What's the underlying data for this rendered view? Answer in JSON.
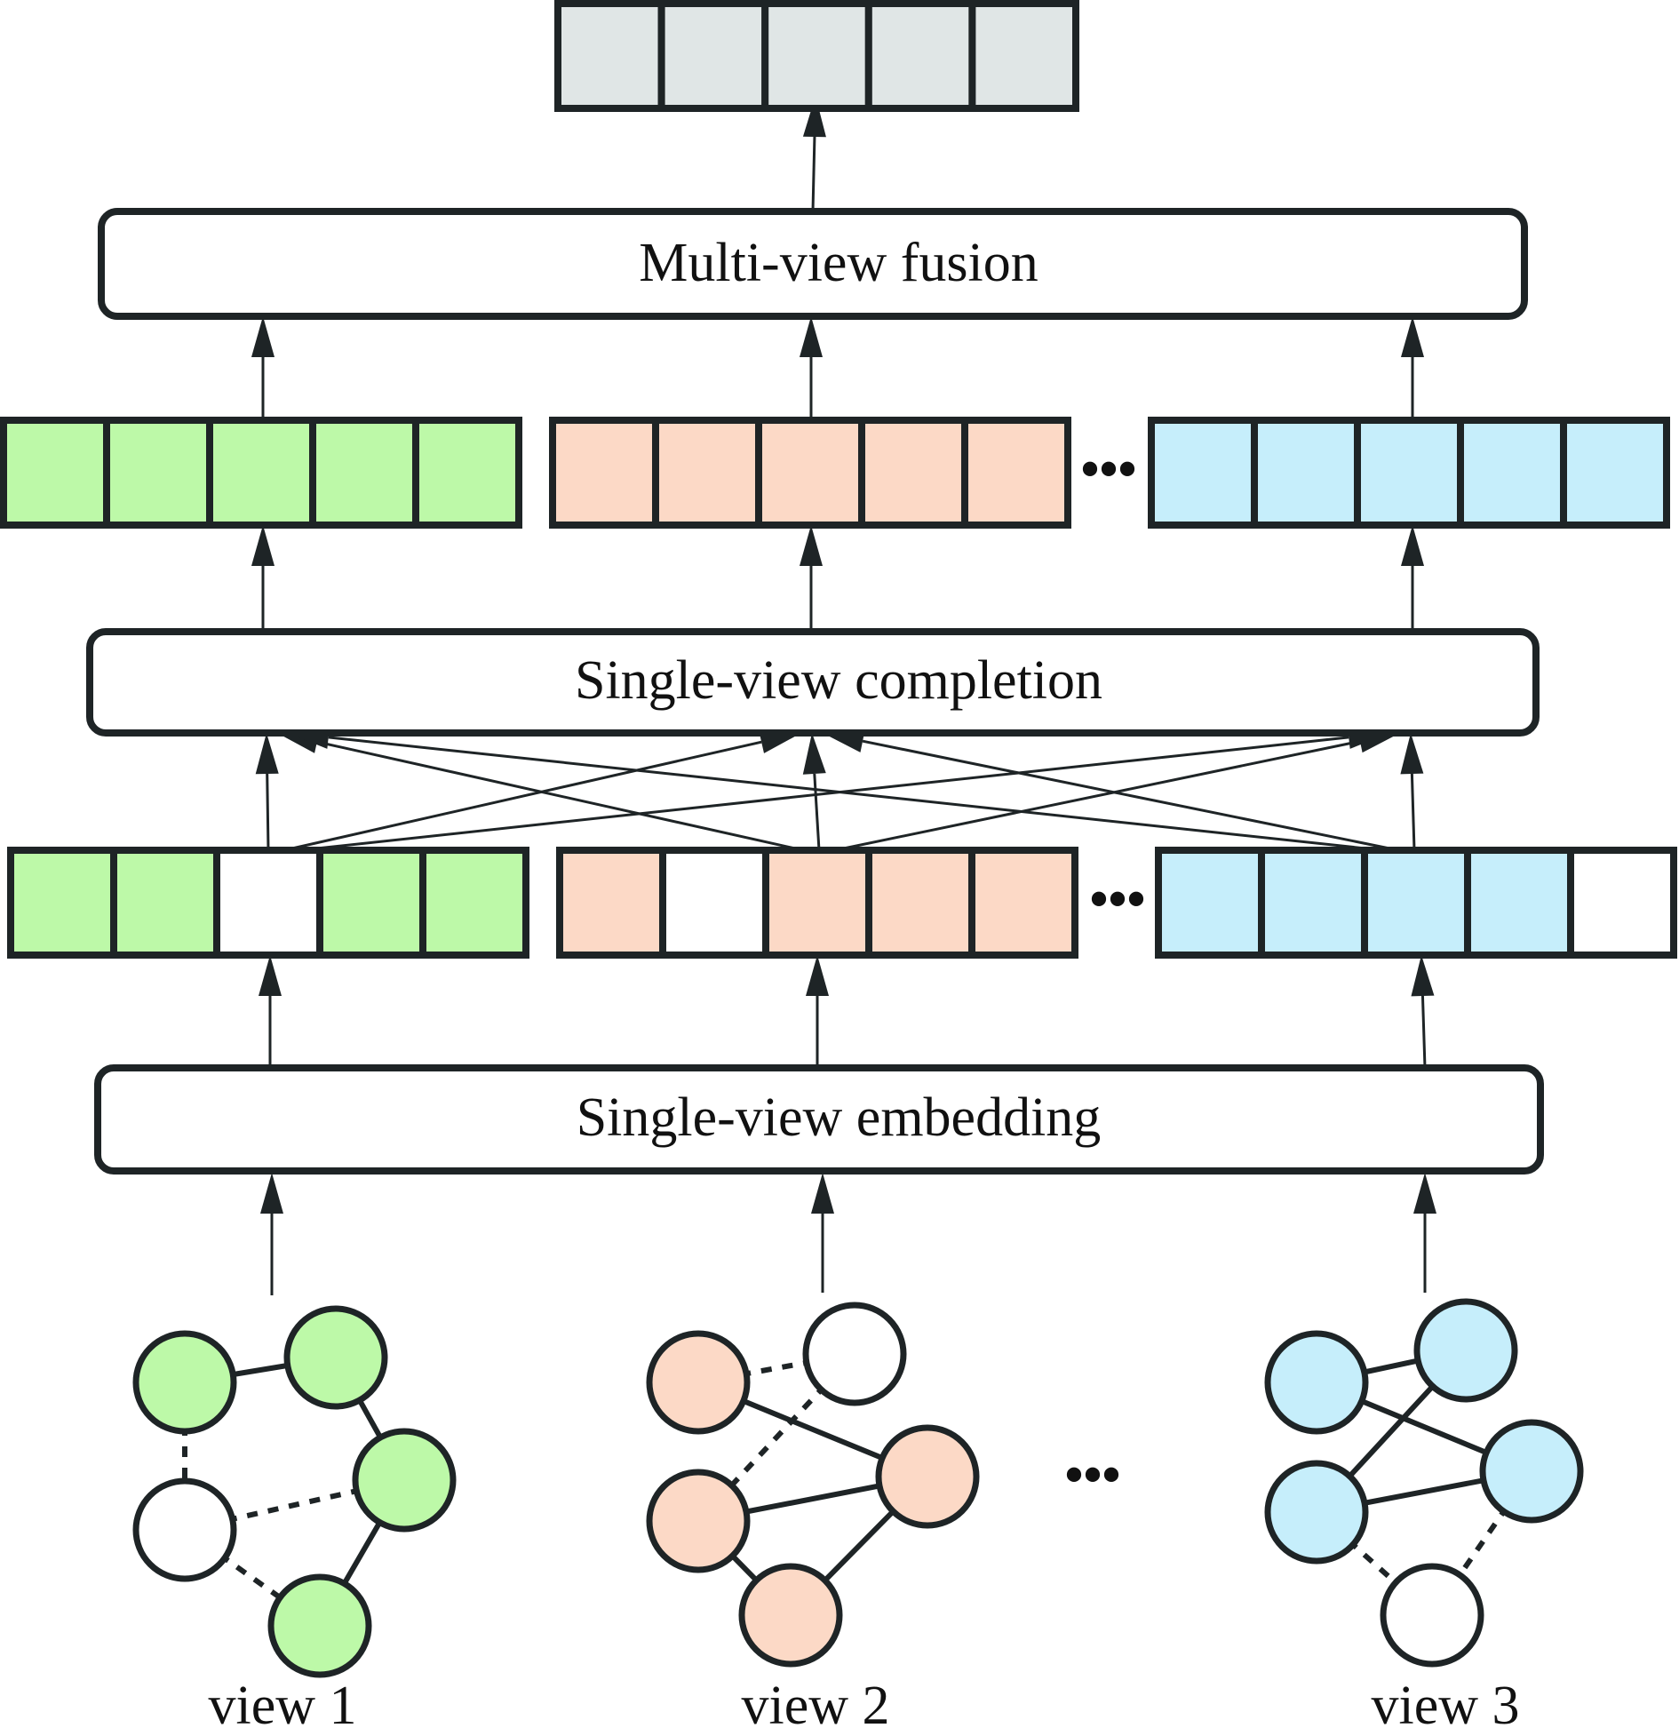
{
  "colors": {
    "output": "#e0e6e6",
    "view1": "#bdf9a8",
    "view2": "#fcd9c6",
    "view3": "#c6eefb",
    "missing": "#ffffff",
    "stroke": "#1e2426"
  },
  "labels": {
    "fusion": "Multi-view fusion",
    "completion": "Single-view completion",
    "embedding": "Single-view embedding",
    "ellipsis": "•••"
  },
  "output_vector": {
    "cells": [
      "filled",
      "filled",
      "filled",
      "filled",
      "filled"
    ]
  },
  "completed_vectors": [
    {
      "view": "view1",
      "cells": [
        "filled",
        "filled",
        "filled",
        "filled",
        "filled"
      ]
    },
    {
      "view": "view2",
      "cells": [
        "filled",
        "filled",
        "filled",
        "filled",
        "filled"
      ]
    },
    {
      "view": "view3",
      "cells": [
        "filled",
        "filled",
        "filled",
        "filled",
        "filled"
      ]
    }
  ],
  "embedded_vectors": [
    {
      "view": "view1",
      "cells": [
        "filled",
        "filled",
        "missing",
        "filled",
        "filled"
      ]
    },
    {
      "view": "view2",
      "cells": [
        "filled",
        "missing",
        "filled",
        "filled",
        "filled"
      ]
    },
    {
      "view": "view3",
      "cells": [
        "filled",
        "filled",
        "filled",
        "filled",
        "missing"
      ]
    }
  ],
  "views": [
    {
      "label": "view 1",
      "color_key": "view1",
      "nodes": [
        "filled",
        "filled",
        "filled",
        "missing",
        "filled"
      ],
      "edges": [
        {
          "from": 0,
          "to": 1,
          "style": "solid"
        },
        {
          "from": 1,
          "to": 2,
          "style": "solid"
        },
        {
          "from": 2,
          "to": 4,
          "style": "solid"
        },
        {
          "from": 0,
          "to": 3,
          "style": "dashed"
        },
        {
          "from": 3,
          "to": 2,
          "style": "dashed"
        },
        {
          "from": 3,
          "to": 4,
          "style": "dashed"
        }
      ]
    },
    {
      "label": "view 2",
      "color_key": "view2",
      "nodes": [
        "filled",
        "missing",
        "filled",
        "filled",
        "filled"
      ],
      "edges": [
        {
          "from": 0,
          "to": 1,
          "style": "dashed"
        },
        {
          "from": 1,
          "to": 3,
          "style": "dashed"
        },
        {
          "from": 0,
          "to": 2,
          "style": "solid"
        },
        {
          "from": 2,
          "to": 3,
          "style": "solid"
        },
        {
          "from": 2,
          "to": 4,
          "style": "solid"
        },
        {
          "from": 3,
          "to": 4,
          "style": "solid"
        }
      ]
    },
    {
      "label": "view 3",
      "color_key": "view3",
      "nodes": [
        "filled",
        "filled",
        "filled",
        "filled",
        "missing"
      ],
      "edges": [
        {
          "from": 0,
          "to": 1,
          "style": "solid"
        },
        {
          "from": 1,
          "to": 3,
          "style": "solid"
        },
        {
          "from": 0,
          "to": 2,
          "style": "solid"
        },
        {
          "from": 2,
          "to": 3,
          "style": "solid"
        },
        {
          "from": 2,
          "to": 4,
          "style": "dashed"
        },
        {
          "from": 3,
          "to": 4,
          "style": "dashed"
        }
      ]
    }
  ]
}
